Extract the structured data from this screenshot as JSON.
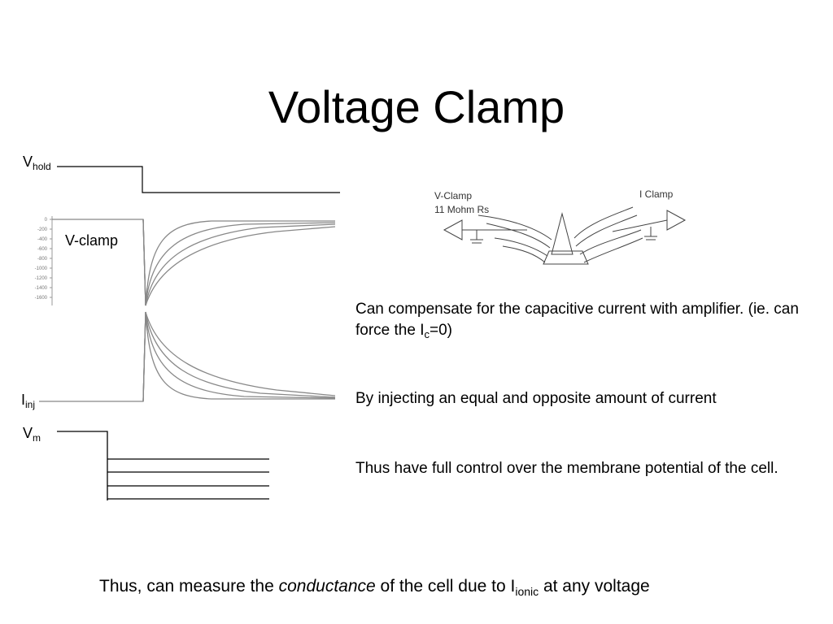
{
  "title": "Voltage Clamp",
  "labels": {
    "vhold_main": "V",
    "vhold_sub": "hold",
    "vclamp": "V-clamp",
    "iinj_main": "I",
    "iinj_sub": "inj",
    "vm_main": "V",
    "vm_sub": "m"
  },
  "axis_ticks": [
    "0",
    "-200",
    "-400",
    "-600",
    "-800",
    "-1000",
    "-1200",
    "-1400",
    "-1600"
  ],
  "clamp_diagram": {
    "vclamp_label": "V-Clamp",
    "rs_label": "11 Mohm Rs",
    "iclamp_label": "I Clamp"
  },
  "paragraphs": {
    "p1_a": "Can compensate for the capacitive current with amplifier. (ie. can force the I",
    "p1_sub": "c",
    "p1_b": "=0)",
    "p2": "By injecting an equal and opposite amount of current",
    "p3": "Thus have full control over the membrane potential of the cell."
  },
  "footer": {
    "part1": "Thus, can measure the ",
    "emph": "conductance",
    "part2": " of the cell due to I",
    "sub": "ionic",
    "part3": " at any voltage"
  }
}
